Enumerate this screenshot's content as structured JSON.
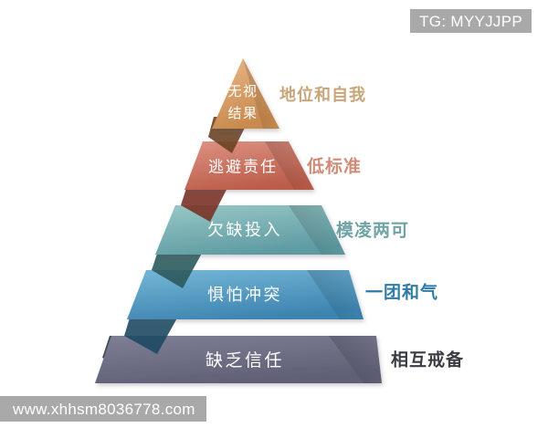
{
  "background_color": "#ffffff",
  "watermarks": {
    "top_right": "TG: MYYJJPP",
    "bottom_left": "www.xhhsm8036778.com",
    "badge_color": "#a9a9a9",
    "badge_text_color": "#ffffff"
  },
  "diagram": {
    "type": "pyramid",
    "title_visible": false,
    "tier_count": 5,
    "tiers": [
      {
        "index": 1,
        "position": "apex",
        "shape": "triangle",
        "inner_text_lines": [
          "无视",
          "结果"
        ],
        "inner_text": "无视结果",
        "side_label": "地位和自我",
        "fill_top": "#e8b887",
        "fill_bottom": "#c98a4e",
        "side_label_color": "#c9a57a",
        "inner_text_color": "#ffffff",
        "fold_color": "#6b4326"
      },
      {
        "index": 2,
        "position": "upper-middle",
        "shape": "trapezoid",
        "inner_text_lines": [
          "逃避责任"
        ],
        "inner_text": "逃避责任",
        "side_label": "低标准",
        "fill_top": "#d98878",
        "fill_bottom": "#bd5f4c",
        "side_label_color": "#d08a78",
        "inner_text_color": "#ffffff",
        "fold_color": "#7a3226"
      },
      {
        "index": 3,
        "position": "middle",
        "shape": "trapezoid",
        "inner_text_lines": [
          "欠缺投入"
        ],
        "inner_text": "欠缺投入",
        "side_label": "模凌两可",
        "fill_top": "#8fc2c2",
        "fill_bottom": "#5f9ea4",
        "side_label_color": "#6fa3a6",
        "inner_text_color": "#ffffff",
        "fold_color": "#2c5a5c"
      },
      {
        "index": 4,
        "position": "lower-middle",
        "shape": "trapezoid",
        "inner_text_lines": [
          "惧怕冲突"
        ],
        "inner_text": "惧怕冲突",
        "side_label": "一团和气",
        "fill_top": "#6fb2d4",
        "fill_bottom": "#3f86b2",
        "side_label_color": "#2f7ba8",
        "inner_text_color": "#ffffff",
        "fold_color": "#1d4a63"
      },
      {
        "index": 5,
        "position": "base",
        "shape": "trapezoid",
        "inner_text_lines": [
          "缺乏信任"
        ],
        "inner_text": "缺乏信任",
        "side_label": "相互戒备",
        "fill_top": "#7a7a91",
        "fill_bottom": "#626279",
        "side_label_color": "#3b3b44",
        "inner_text_color": "#ffffff",
        "fold_color": "#2b3b3b"
      }
    ]
  }
}
